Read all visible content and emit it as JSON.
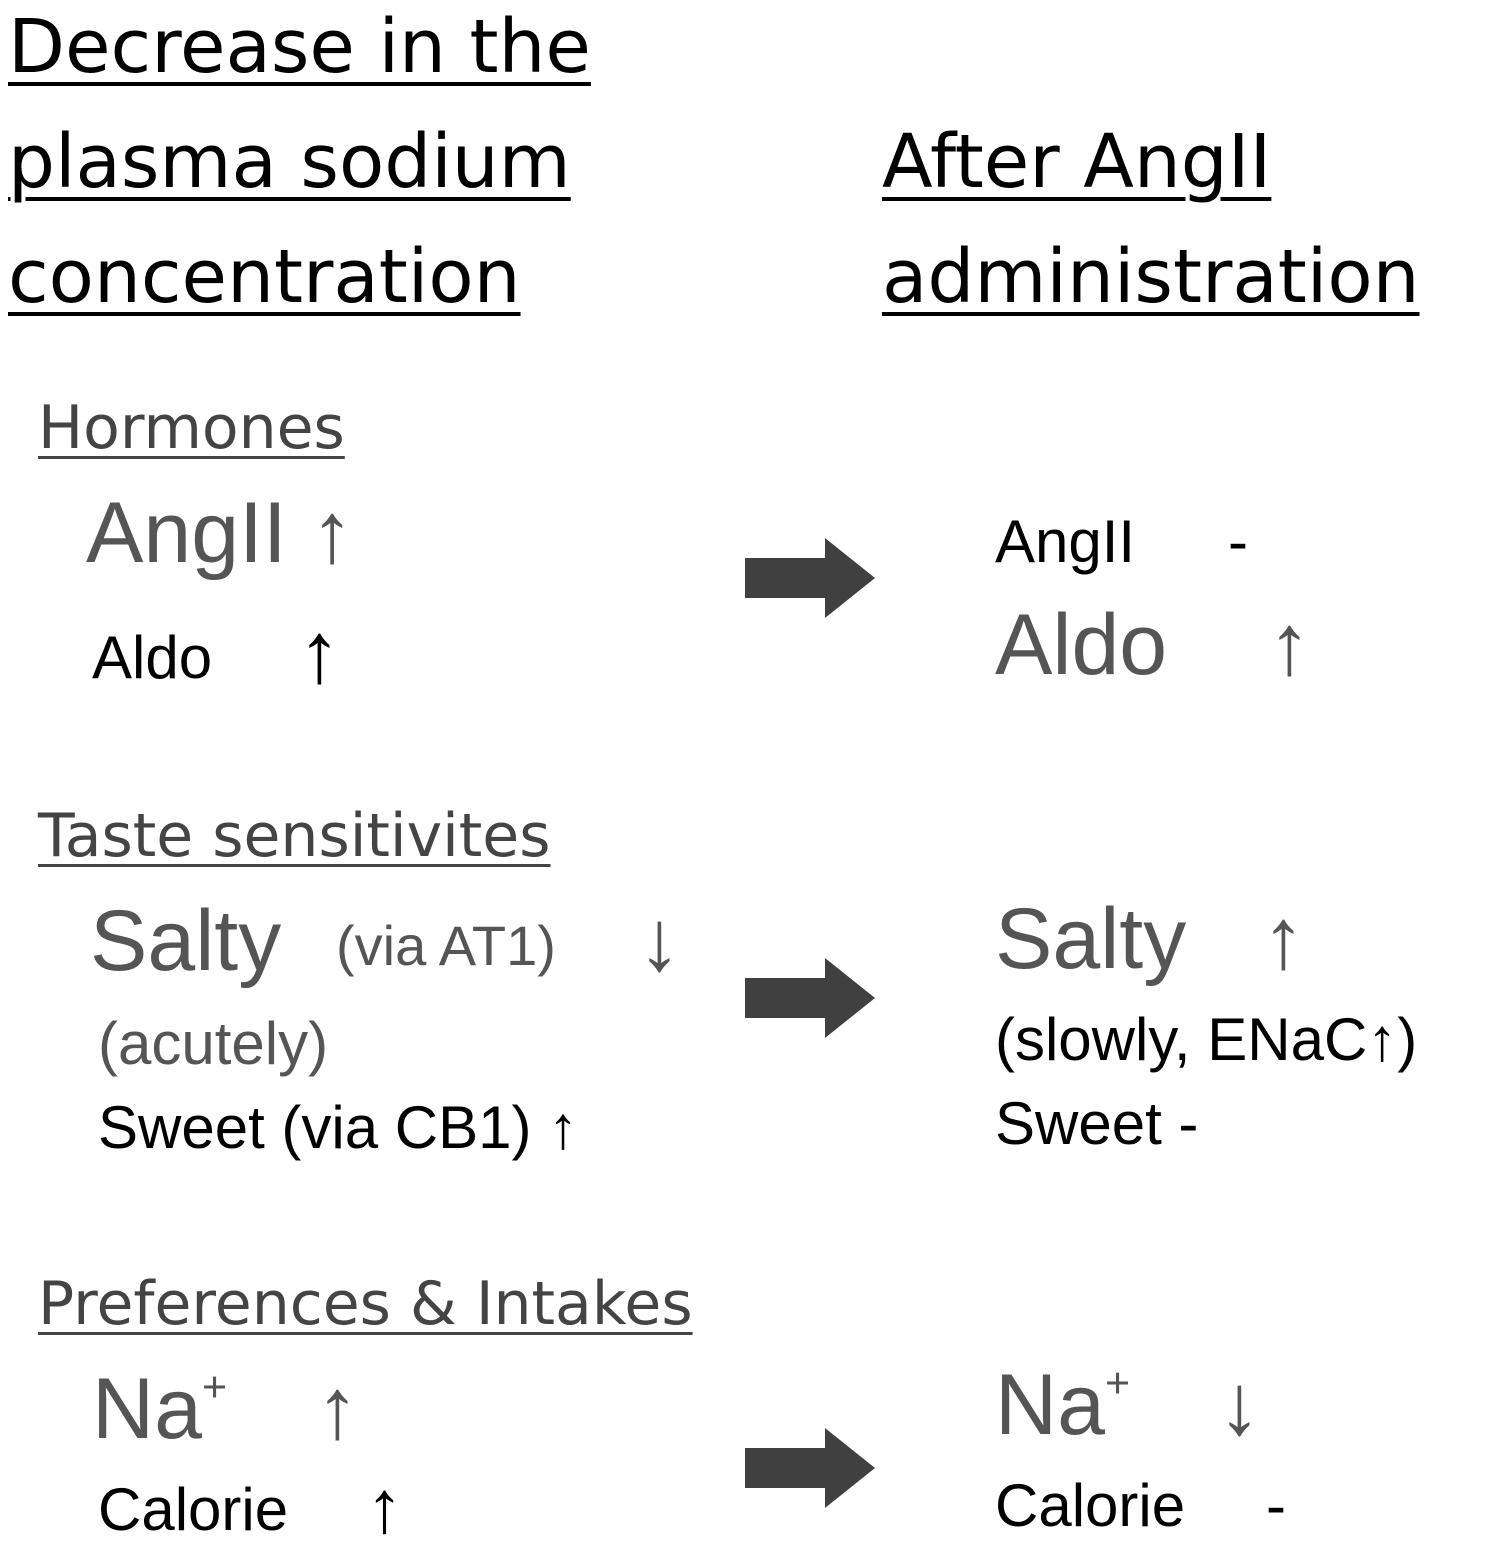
{
  "left_heading": [
    "Decrease in the",
    "plasma sodium",
    "concentration"
  ],
  "right_heading": [
    "After AngII ",
    "administration"
  ],
  "sections": {
    "hormones": "Hormones",
    "taste": "Taste sensitivites",
    "preferences": "Preferences & Intakes"
  },
  "left": {
    "angii": "AngII ↑",
    "aldo": "Aldo",
    "aldo_arrow": "↑",
    "salty": "Salty",
    "salty_via": "(via AT1)",
    "salty_arrow": "↓",
    "acutely": "(acutely)",
    "sweet": "Sweet (via CB1) ↑",
    "na": "Na",
    "na_sup": "+",
    "na_arrow": "↑",
    "calorie": "Calorie",
    "calorie_arrow": "↑"
  },
  "right": {
    "angii": "AngII",
    "angii_mark": "-",
    "aldo": "Aldo",
    "aldo_arrow": "↑",
    "salty": "Salty",
    "salty_arrow": "↑",
    "slowly": "(slowly, ENaC↑)",
    "sweet": "Sweet -",
    "na": "Na",
    "na_sup": "+",
    "na_arrow": "↓",
    "calorie": "Calorie",
    "calorie_mark": "-"
  },
  "colors": {
    "arrow": "#404040",
    "grey_text": "#555555"
  }
}
